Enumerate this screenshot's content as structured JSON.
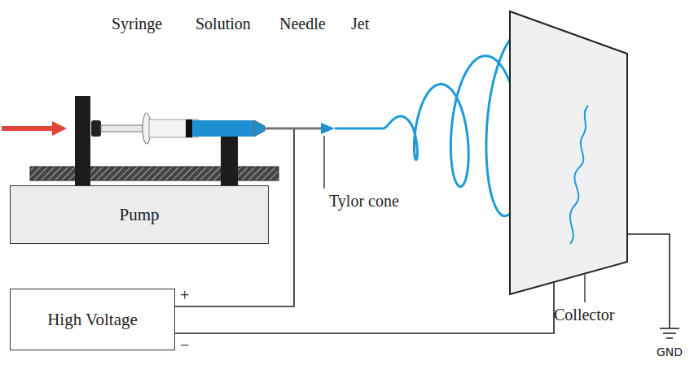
{
  "diagram": {
    "nodes": [
      {
        "text": [
          "Pump"
        ]
      },
      {
        "text": [
          "High Voltage"
        ]
      }
    ],
    "labels": [
      "Syringe",
      "Solution",
      "Needle",
      "Jet",
      "Tylor cone",
      "Collector",
      "+",
      "−",
      "GND"
    ]
  }
}
